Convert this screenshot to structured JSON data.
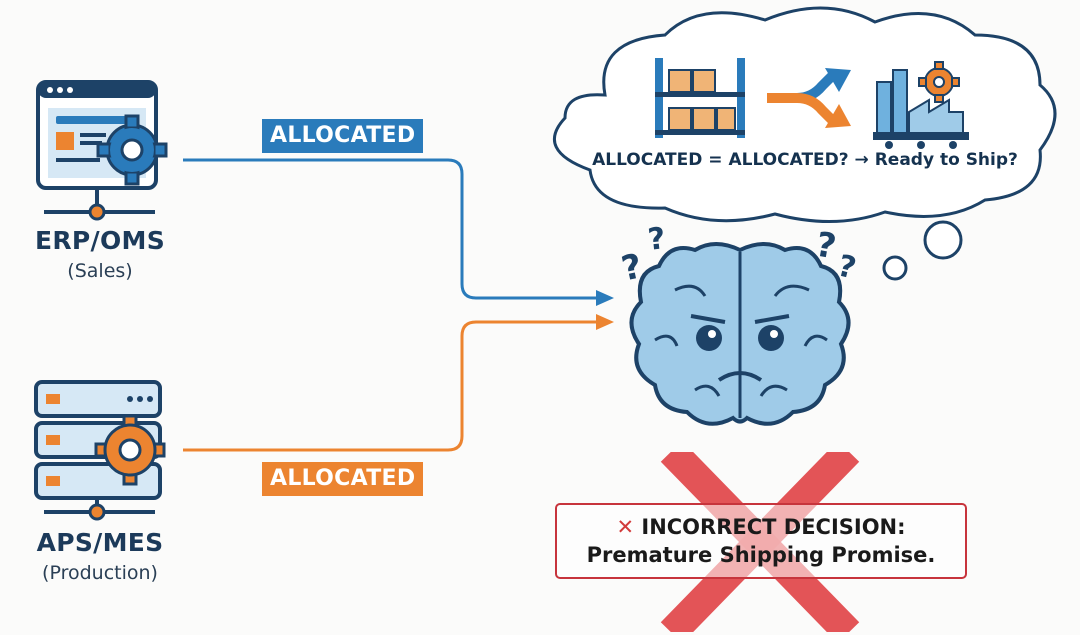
{
  "systems": {
    "erp": {
      "title": "ERP/OMS",
      "subtitle": "(Sales)",
      "icon": "browser-gear-icon",
      "accent": "#2a7bbb"
    },
    "aps": {
      "title": "APS/MES",
      "subtitle": "(Production)",
      "icon": "server-gear-icon",
      "accent": "#ec8430"
    }
  },
  "connectors": {
    "top": {
      "label": "ALLOCATED",
      "color": "#2a7bbb"
    },
    "bottom": {
      "label": "ALLOCATED",
      "color": "#ec8430"
    }
  },
  "thought_bubble": {
    "text": "ALLOCATED = ALLOCATED? → Ready to Ship?",
    "icons": [
      "warehouse-shelf-icon",
      "diverging-arrows-icon",
      "factory-gear-icon"
    ]
  },
  "brain": {
    "icon": "confused-brain-icon",
    "marks": [
      "question-mark-icon",
      "question-mark-icon",
      "question-mark-icon"
    ]
  },
  "outcome": {
    "mark": "✕",
    "line1": "INCORRECT DECISION:",
    "line2": "Premature Shipping Promise.",
    "color": "#c7343c"
  }
}
